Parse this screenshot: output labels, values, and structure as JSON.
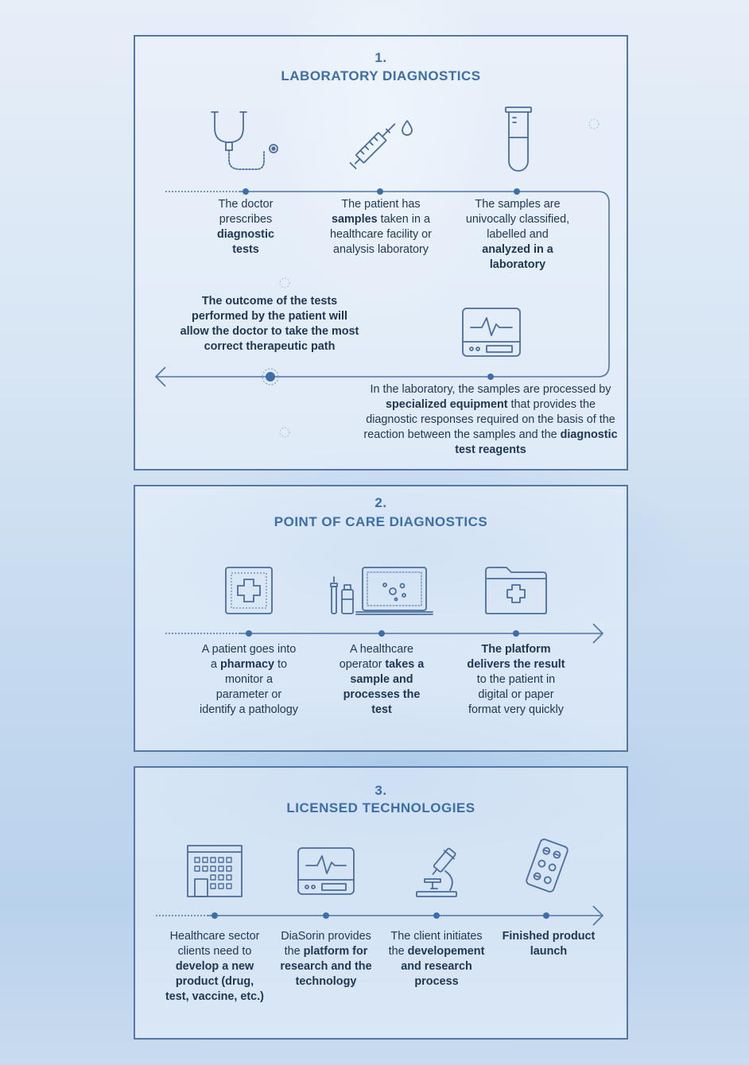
{
  "sections": [
    {
      "number": "1.",
      "title": "LABORATORY DIAGNOSTICS",
      "steps": [
        {
          "parts": [
            {
              "t": "The doctor prescribes "
            },
            {
              "t": "diagnostic tests",
              "b": true
            }
          ]
        },
        {
          "parts": [
            {
              "t": "The patient has "
            },
            {
              "t": "samples",
              "b": true
            },
            {
              "t": " taken in a healthcare facility or analysis laboratory"
            }
          ]
        },
        {
          "parts": [
            {
              "t": "The samples are univocally classified, labelled and "
            },
            {
              "t": "analyzed in a laboratory",
              "b": true
            }
          ]
        },
        {
          "parts": [
            {
              "t": "In the laboratory, the samples are processed by "
            },
            {
              "t": "specialized equipment",
              "b": true
            },
            {
              "t": " that provides the diagnostic responses required on the basis of the reaction between the samples and the "
            },
            {
              "t": "diagnostic test reagents",
              "b": true
            }
          ]
        },
        {
          "parts": [
            {
              "t": "The outcome of the tests performed by the patient will allow the doctor to take the most correct therapeutic path",
              "b": true
            }
          ]
        }
      ],
      "icons": [
        "stethoscope-icon",
        "syringe-icon",
        "test-tube-icon",
        "lab-equipment-icon"
      ]
    },
    {
      "number": "2.",
      "title": "POINT OF CARE DIAGNOSTICS",
      "steps": [
        {
          "parts": [
            {
              "t": "A patient goes into a "
            },
            {
              "t": "pharmacy",
              "b": true
            },
            {
              "t": " to monitor a parameter or identify a pathology"
            }
          ]
        },
        {
          "parts": [
            {
              "t": "A healthcare operator "
            },
            {
              "t": "takes a sample and processes the test",
              "b": true
            }
          ]
        },
        {
          "parts": [
            {
              "t": "The platform delivers the result",
              "b": true
            },
            {
              "t": " to the patient in digital or paper format very quickly"
            }
          ]
        }
      ],
      "icons": [
        "pharmacy-cross-icon",
        "laptop-vials-icon",
        "medical-folder-icon"
      ]
    },
    {
      "number": "3.",
      "title": "LICENSED TECHNOLOGIES",
      "steps": [
        {
          "parts": [
            {
              "t": "Healthcare sector clients need to "
            },
            {
              "t": "develop a new product (drug, test, vaccine, etc.)",
              "b": true
            }
          ]
        },
        {
          "parts": [
            {
              "t": "DiaSorin provides the "
            },
            {
              "t": "platform for research and the technology",
              "b": true
            }
          ]
        },
        {
          "parts": [
            {
              "t": "The client initiates the "
            },
            {
              "t": "developement and research process",
              "b": true
            }
          ]
        },
        {
          "parts": [
            {
              "t": "Finished product launch",
              "b": true
            }
          ]
        }
      ],
      "icons": [
        "office-building-icon",
        "diagnostic-device-icon",
        "microscope-icon",
        "pill-blister-icon"
      ]
    }
  ],
  "colors": {
    "accent": "#3c6eab",
    "line": "#4f74a8",
    "text": "#1f3652",
    "frame": "#5677a6"
  }
}
